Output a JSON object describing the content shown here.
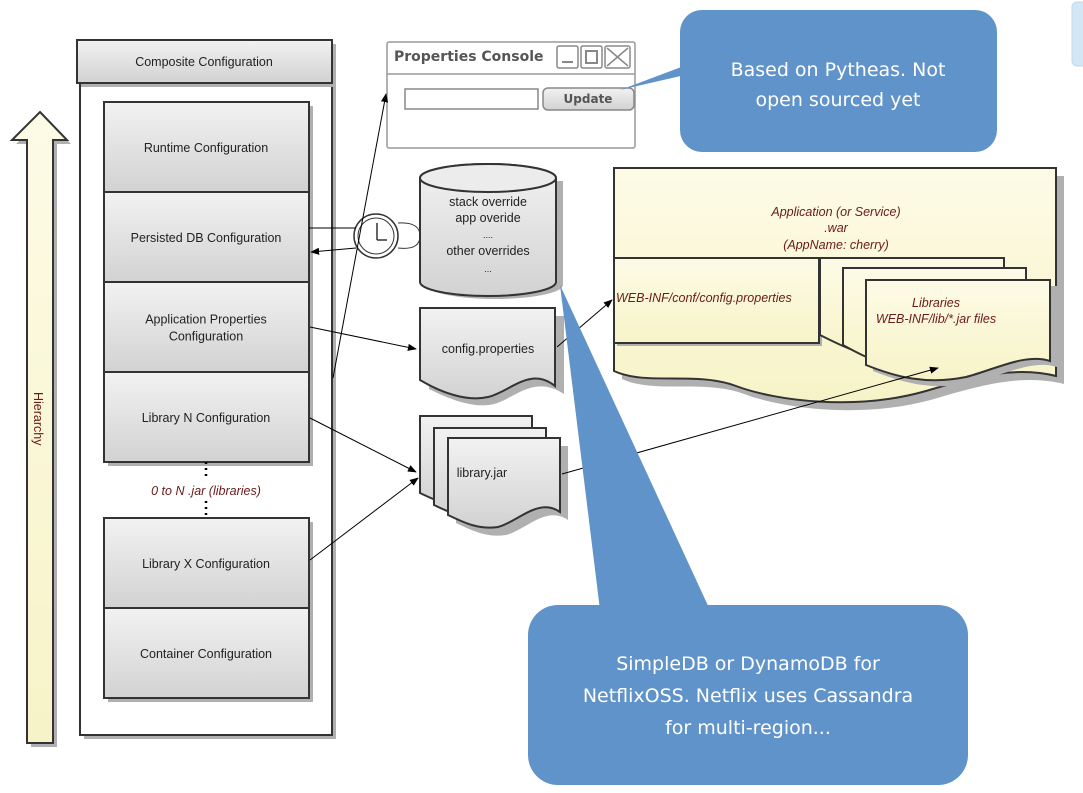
{
  "hierarchy_arrow": {
    "label": "Hierarchy"
  },
  "composite": {
    "title": "Composite Configuration",
    "layers": [
      {
        "id": "runtime",
        "lines": [
          "Runtime Configuration"
        ]
      },
      {
        "id": "persisted-db",
        "lines": [
          "Persisted DB Configuration"
        ]
      },
      {
        "id": "app-properties",
        "lines": [
          "Application Properties",
          "Configuration"
        ]
      },
      {
        "id": "library-n",
        "lines": [
          "Library N Configuration"
        ]
      },
      {
        "id": "library-x",
        "lines": [
          "Library X Configuration"
        ]
      },
      {
        "id": "container",
        "lines": [
          "Container Configuration"
        ]
      }
    ],
    "libraries_note": "0 to N .jar (libraries)"
  },
  "properties_console": {
    "title": "Properties Console",
    "input_value": "",
    "update_label": "Update"
  },
  "database": {
    "lines": [
      "stack override",
      "app overide",
      "....",
      "other overrides",
      "..."
    ]
  },
  "files": {
    "config_properties": "config.properties",
    "library_jar": "library.jar"
  },
  "application": {
    "lines": [
      "Application (or Service)",
      ".war",
      "(AppName: cherry)"
    ],
    "config_path": "WEB-INF/conf/config.properties",
    "libraries": [
      "Libraries",
      "WEB-INF/lib/*.jar files"
    ]
  },
  "callouts": {
    "pytheas": [
      "Based on Pytheas.  Not",
      "open sourced yet"
    ],
    "simpledb": [
      "SimpleDB or DynamoDB for",
      "NetflixOSS. Netflix uses Cassandra",
      "for multi-region..."
    ]
  },
  "colors": {
    "callout_blue": "#6093c9",
    "note_red": "#6b1a1a",
    "yellow_fill": "#fbf8d8",
    "gray_box": "#dcdcdc"
  }
}
